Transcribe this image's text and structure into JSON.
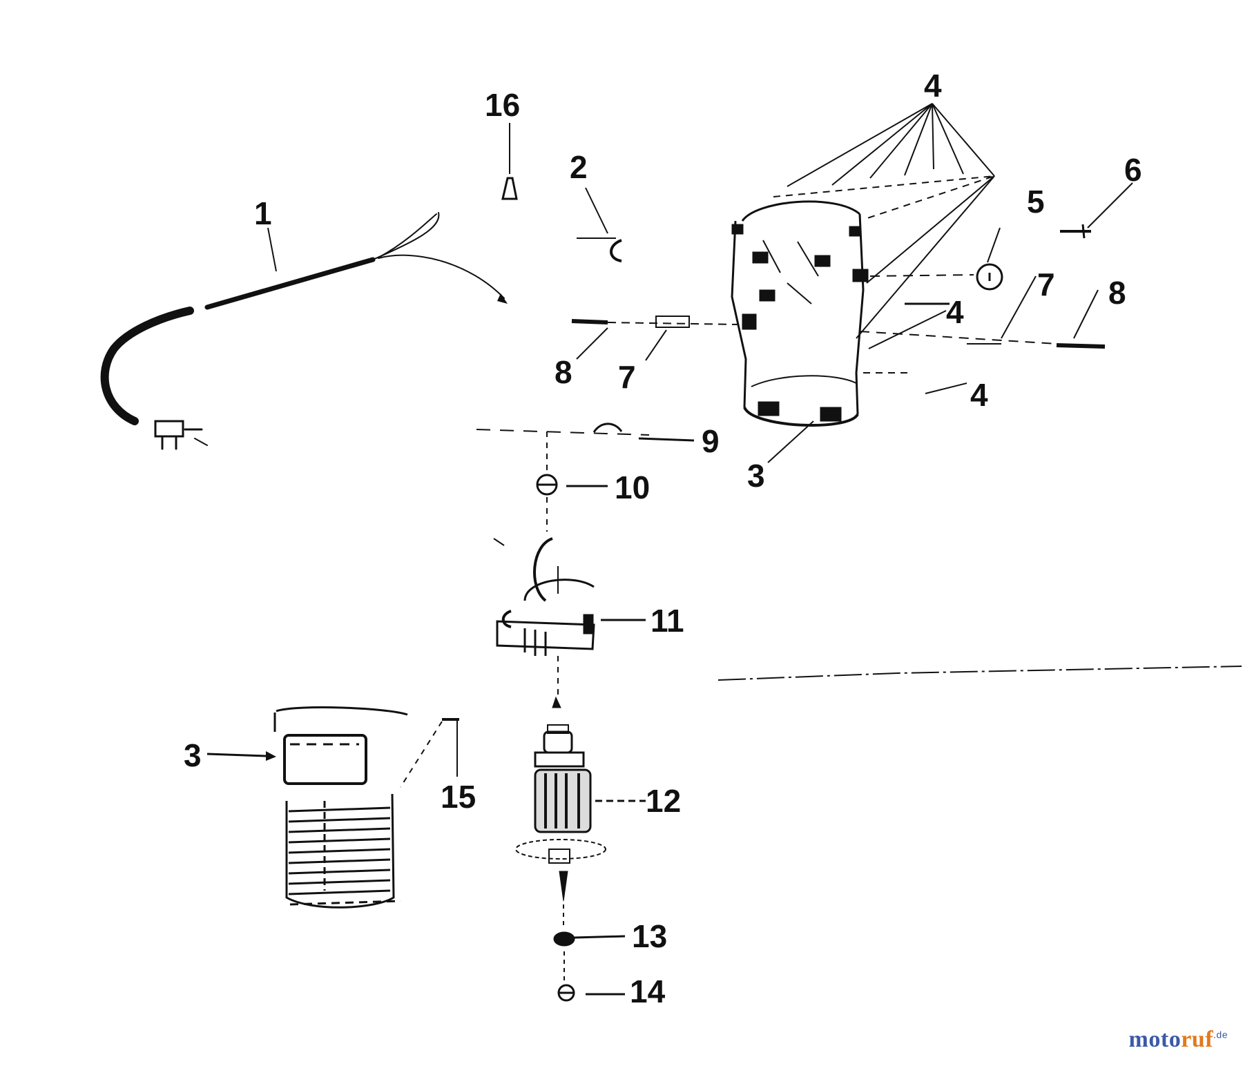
{
  "diagram": {
    "callouts": {
      "c1": "1",
      "c2": "2",
      "c3a": "3",
      "c3b": "3",
      "c4a": "4",
      "c4b": "4",
      "c4c": "4",
      "c5": "5",
      "c6": "6",
      "c7a": "7",
      "c7b": "7",
      "c8a": "8",
      "c8b": "8",
      "c9": "9",
      "c10": "10",
      "c11": "11",
      "c12": "12",
      "c13": "13",
      "c14": "14",
      "c15": "15",
      "c16": "16"
    }
  },
  "watermark": {
    "brand_blue_part": "moto",
    "brand_orange_part": "ruf",
    "tld": ".de",
    "colors": {
      "blue": "#3b5aa8",
      "orange": "#e07a1f"
    }
  }
}
